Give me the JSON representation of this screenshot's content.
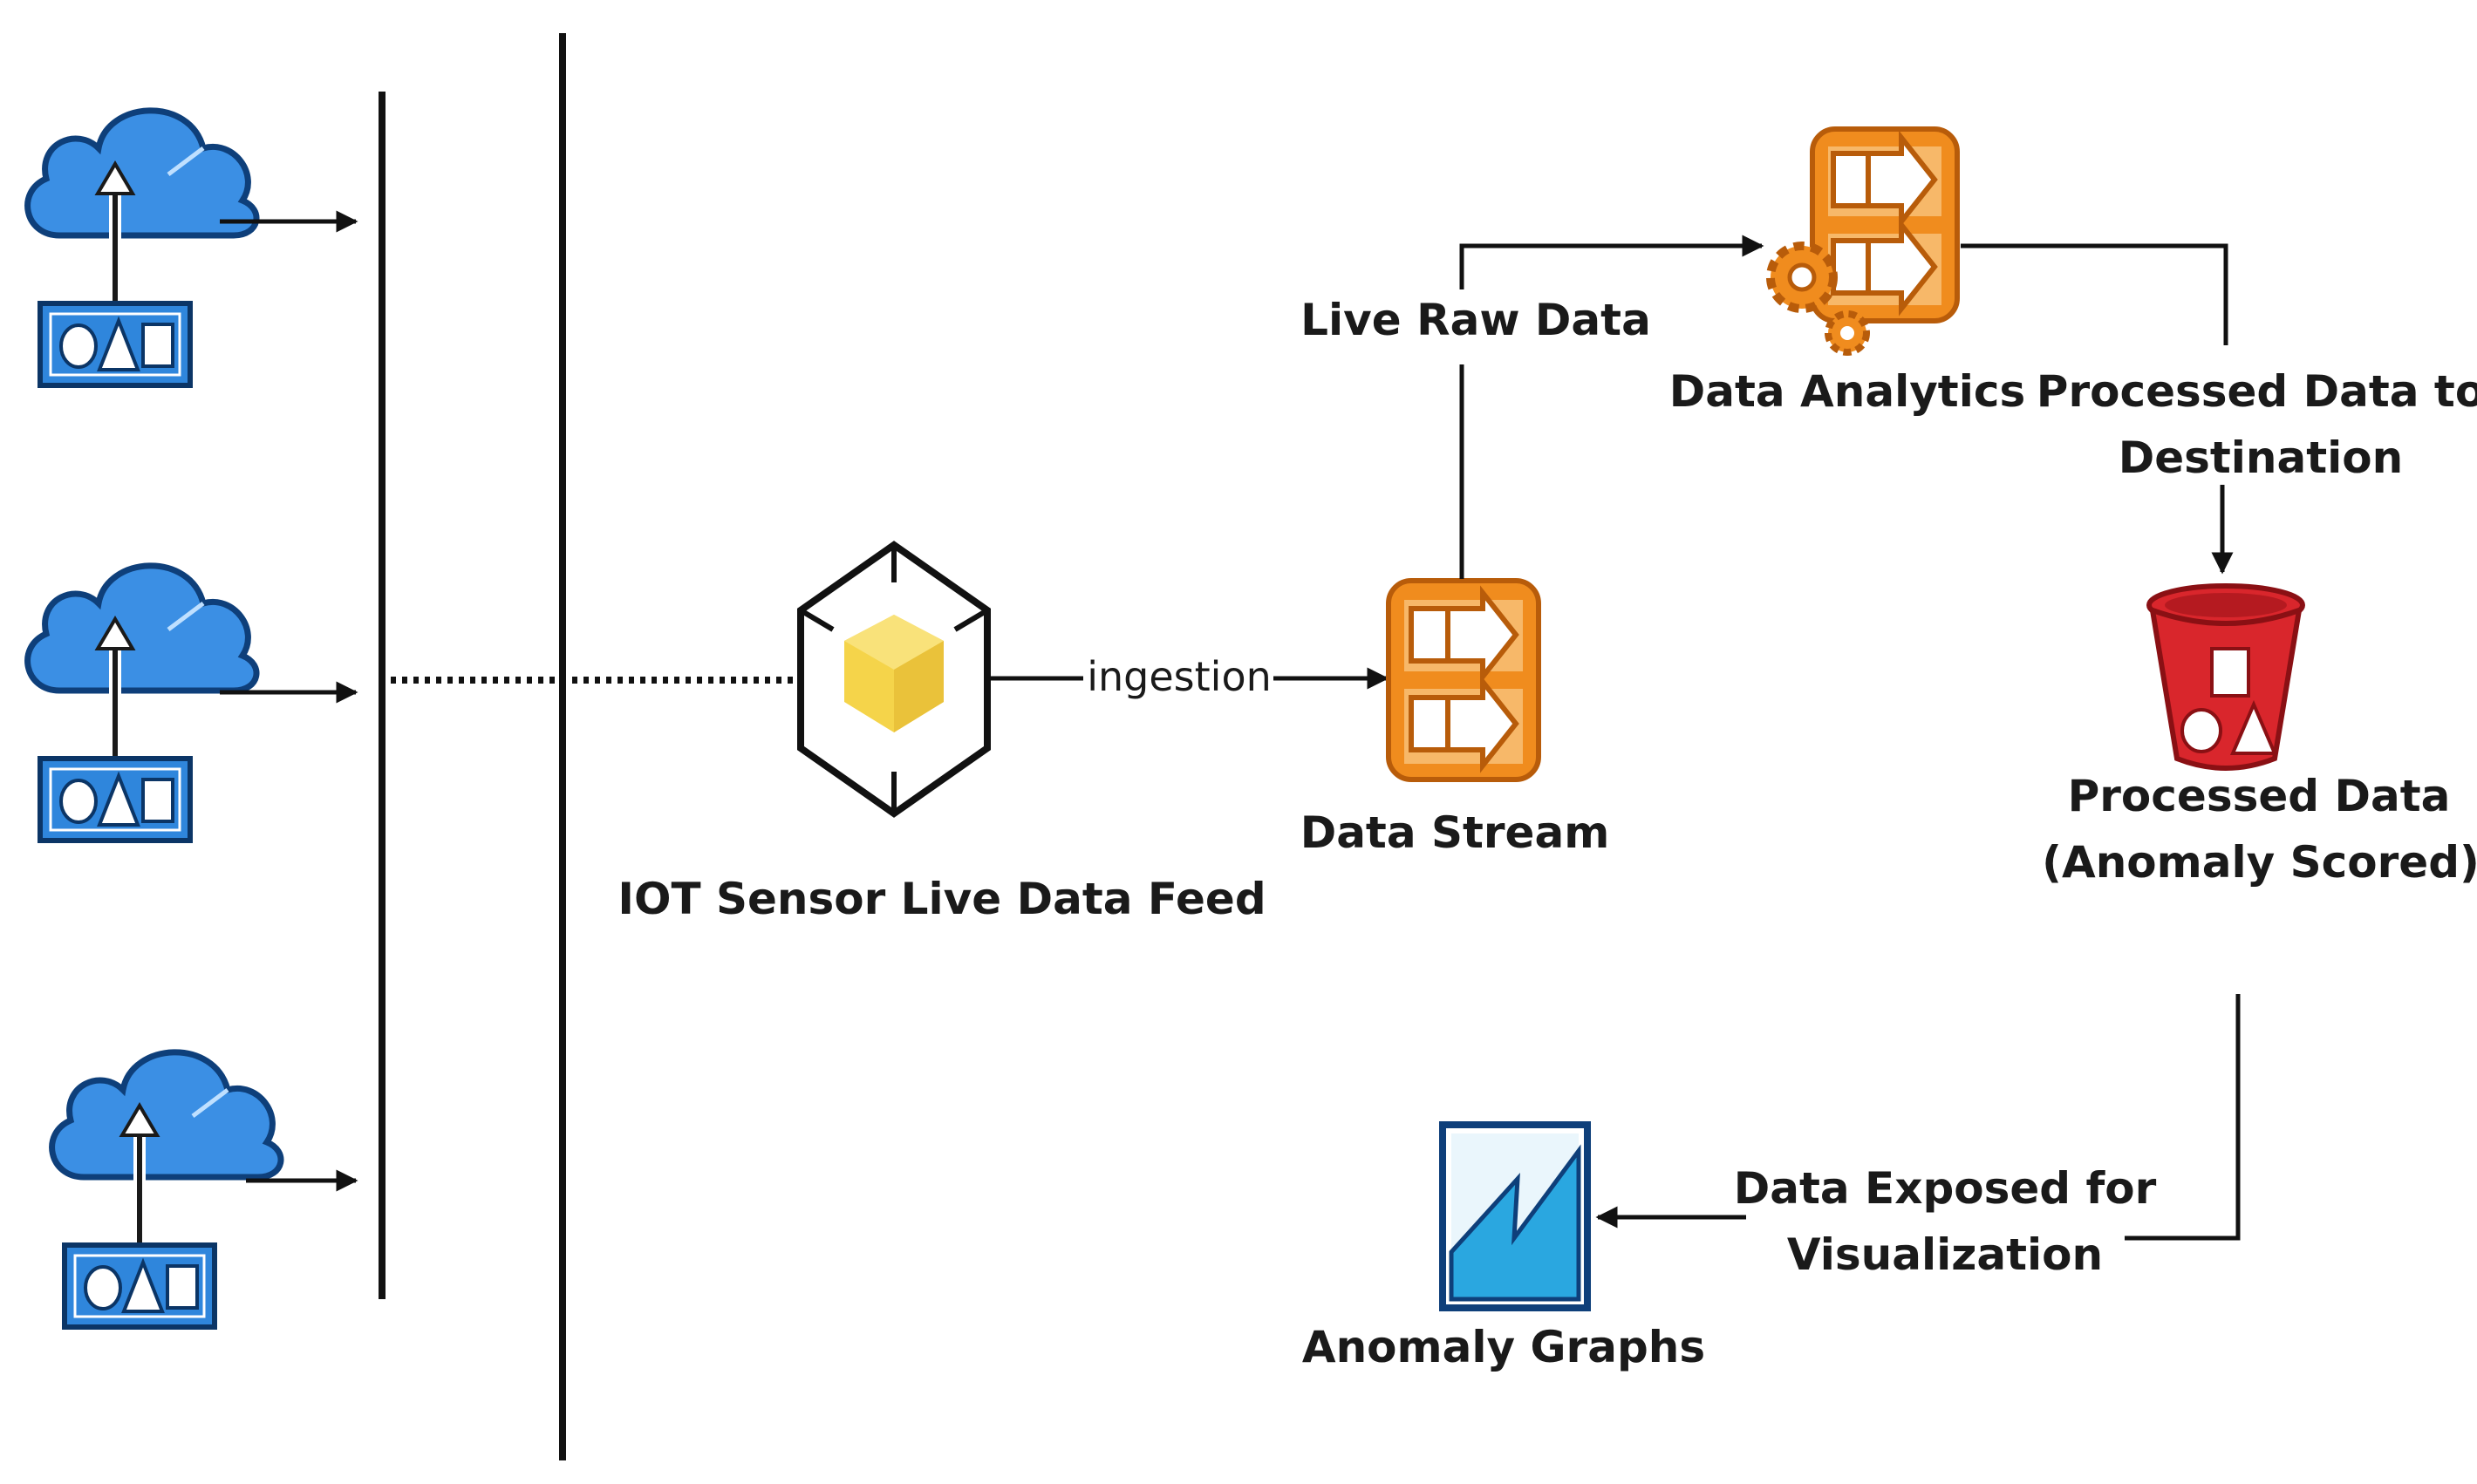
{
  "labels": {
    "iot_feed": "IOT Sensor Live Data Feed",
    "ingestion": "ingestion",
    "data_stream": "Data Stream",
    "live_raw_data": "Live Raw Data",
    "data_analytics": "Data Analytics",
    "processed_to_dest_line1": "Processed Data to",
    "processed_to_dest_line2": "Destination",
    "processed_data_line1": "Processed Data",
    "processed_data_line2": "(Anomaly Scored)",
    "exposed_line1": "Data Exposed for",
    "exposed_line2": "Visualization",
    "anomaly_graphs": "Anomaly Graphs"
  },
  "icons": {
    "devices": [
      "cloud-upload-device-icon",
      "cloud-upload-device-icon",
      "cloud-upload-device-icon"
    ],
    "iot_core": "iot-cube-icon",
    "stream": "data-stream-icon",
    "analytics": "data-analytics-icon",
    "bucket": "storage-bucket-icon",
    "graphs": "anomaly-graph-icon"
  },
  "colors": {
    "cloud_blue": "#3b8fe4",
    "cloud_outline": "#0e3f7a",
    "device_box": "#2f86dc",
    "orange": "#f08c1e",
    "orange_dark": "#b85c0a",
    "iot_yellow": "#f5d44a",
    "bucket_red": "#d9262c",
    "graph_blue": "#2aa7e0"
  }
}
